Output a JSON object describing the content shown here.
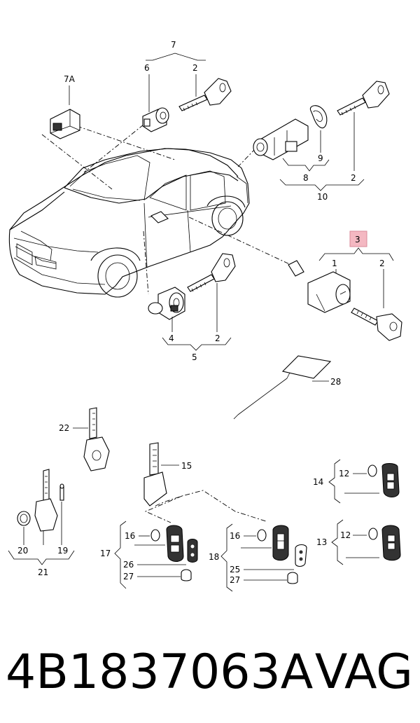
{
  "callouts": {
    "c7": "7",
    "c7a": "7A",
    "c6": "6",
    "c2a": "2",
    "c9": "9",
    "c8": "8",
    "c2b": "2",
    "c10": "10",
    "c3": "3",
    "c1": "1",
    "c2c": "2",
    "c4": "4",
    "c2d": "2",
    "c5": "5",
    "c28": "28",
    "c22": "22",
    "c15": "15",
    "c14": "14",
    "c12a": "12",
    "c20": "20",
    "c19": "19",
    "c21": "21",
    "c17": "17",
    "c16a": "16",
    "c26": "26",
    "c27a": "27",
    "c18": "18",
    "c16b": "16",
    "c25": "25",
    "c27b": "27",
    "c13": "13",
    "c12b": "12"
  },
  "highlight_color": "#f4b8c2",
  "caption": {
    "part_number": "4B1837063A",
    "brand": "VAG"
  }
}
